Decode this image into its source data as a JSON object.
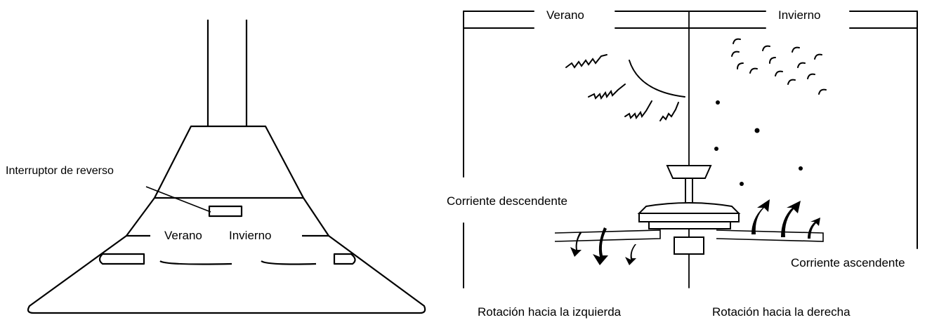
{
  "switch_diagram": {
    "reverse_switch_label": "Interruptor de reverso",
    "summer_label": "Verano",
    "winter_label": "Invierno"
  },
  "airflow_diagram": {
    "summer_header": "Verano",
    "winter_header": "Invierno",
    "downdraft_label": "Corriente descendente",
    "updraft_label": "Corriente ascendente",
    "left_rotation_label": "Rotación hacia la izquierda",
    "right_rotation_label": "Rotación hacia la derecha"
  },
  "colors": {
    "ink": "#000000",
    "paper": "#ffffff"
  }
}
